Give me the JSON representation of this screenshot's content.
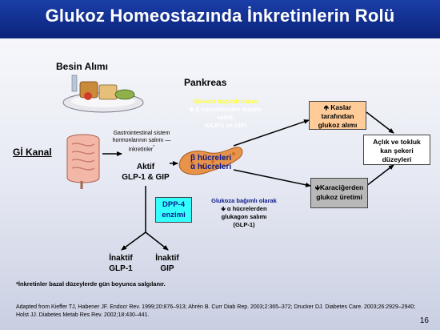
{
  "title": "Glukoz Homeostazında İnkretinlerin Rolü",
  "labels": {
    "besin": "Besin Alımı",
    "pankreas": "Pankreas",
    "gi_kanal": "Gİ Kanal",
    "gastro_1": "Gastrointestinal sistem",
    "gastro_2": "hormonlarının salımı —",
    "gastro_3": "inkretinler",
    "gastro_sup": "*",
    "aktif_1": "Aktif",
    "aktif_2": "GLP-1 & GIP",
    "beta": "β hücreleri",
    "alpha": "α hücreleri",
    "glu_up_1": "Glukoza bağımlı olarak",
    "glu_up_2": "🡹 β hücrelerinden  insülin",
    "glu_up_3": "salımı",
    "glu_up_4": "(GLP-1 ve GIP)",
    "glu_down_1": "Glukoza bağımlı olarak",
    "glu_down_2": "🡻 α hücrelerden",
    "glu_down_3": "glukagon  salımı",
    "glu_down_4": "(GLP-1)",
    "inaktif_glp_1": "İnaktif",
    "inaktif_glp_2": "GLP-1",
    "inaktif_gip_1": "İnaktif",
    "inaktif_gip_2": "GIP"
  },
  "boxes": {
    "kaslar_1": "🡹 Kaslar",
    "kaslar_2": "tarafından",
    "kaslar_3": "glukoz alımı",
    "aclik_1": "Açlık ve tokluk",
    "aclik_2": "kan şekeri",
    "aclik_3": "düzeyleri",
    "karaciger_1": "🡻Karaciğerden",
    "karaciger_2": "glukoz üretimi",
    "dpp_1": "DPP-4",
    "dpp_2": "enzimi"
  },
  "footnote": "*İnkretinler bazal düzeylerde gün boyunca salgılanır.",
  "citation": "Adapted from Kieffer TJ, Habener JF. Endocr Rev. 1999;20:876–913; Ahrén B. Curr Diab Rep. 2003;2:365–372; Drucker DJ. Diabetes Care. 2003;26:2929–2940; Holst JJ. Diabetes Metab Res Rev. 2002;18:430–441.",
  "page_number": "16",
  "colors": {
    "header": "#0b237a",
    "title_text": "#ffffff",
    "annotation_blue": "#0a1a8a",
    "highlight_yellow": "#ffff33",
    "box_peach": "#ffcc99",
    "box_grey": "#b8b8b8",
    "box_cyan": "#33ffff"
  }
}
